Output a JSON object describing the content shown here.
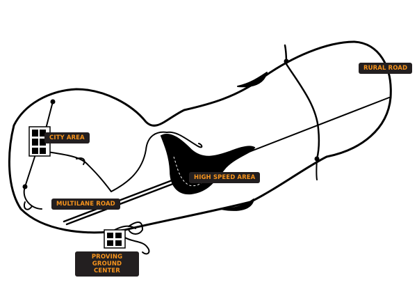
{
  "labels": {
    "rural_road": "RURAL ROAD",
    "city_area": "CITY AREA",
    "high_speed_area": "HIGH SPEED AREA",
    "multilane_road": "MULTILANE ROAD",
    "proving_ground_center_line1": "PROVING GROUND",
    "proving_ground_center_line2": "CENTER"
  },
  "colors": {
    "label_bg": "#231f20",
    "label_text": "#f7941d",
    "track": "#000000",
    "background": "#ffffff"
  },
  "icons": {
    "city_blocks": "building-grid-icon",
    "center_blocks": "building-grid-icon"
  }
}
